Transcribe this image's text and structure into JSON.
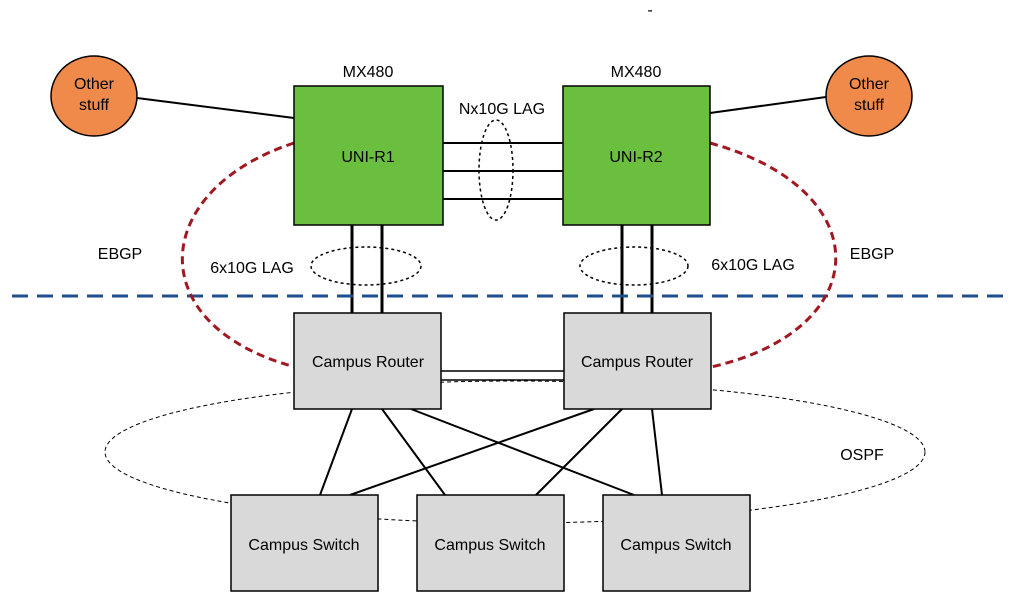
{
  "top_mark": "-",
  "routers": [
    {
      "model": "MX480",
      "name": "UNI-R1"
    },
    {
      "model": "MX480",
      "name": "UNI-R2"
    }
  ],
  "other": [
    {
      "line1": "Other",
      "line2": "stuff"
    },
    {
      "line1": "Other",
      "line2": "stuff"
    }
  ],
  "campus_routers": [
    "Campus Router",
    "Campus Router"
  ],
  "campus_switches": [
    "Campus Switch",
    "Campus Switch",
    "Campus Switch"
  ],
  "labels": {
    "nx_lag": "Nx10G LAG",
    "lag_left": "6x10G LAG",
    "lag_right": "6x10G LAG",
    "ebgp_left": "EBGP",
    "ebgp_right": "EBGP",
    "ospf": "OSPF"
  },
  "colors": {
    "router_fill": "#6bbf3e",
    "other_fill": "#f08a4b",
    "campus_fill": "#d9d9d9",
    "ebgp_stroke": "#a01822",
    "divider_stroke": "#1f4e8c"
  }
}
